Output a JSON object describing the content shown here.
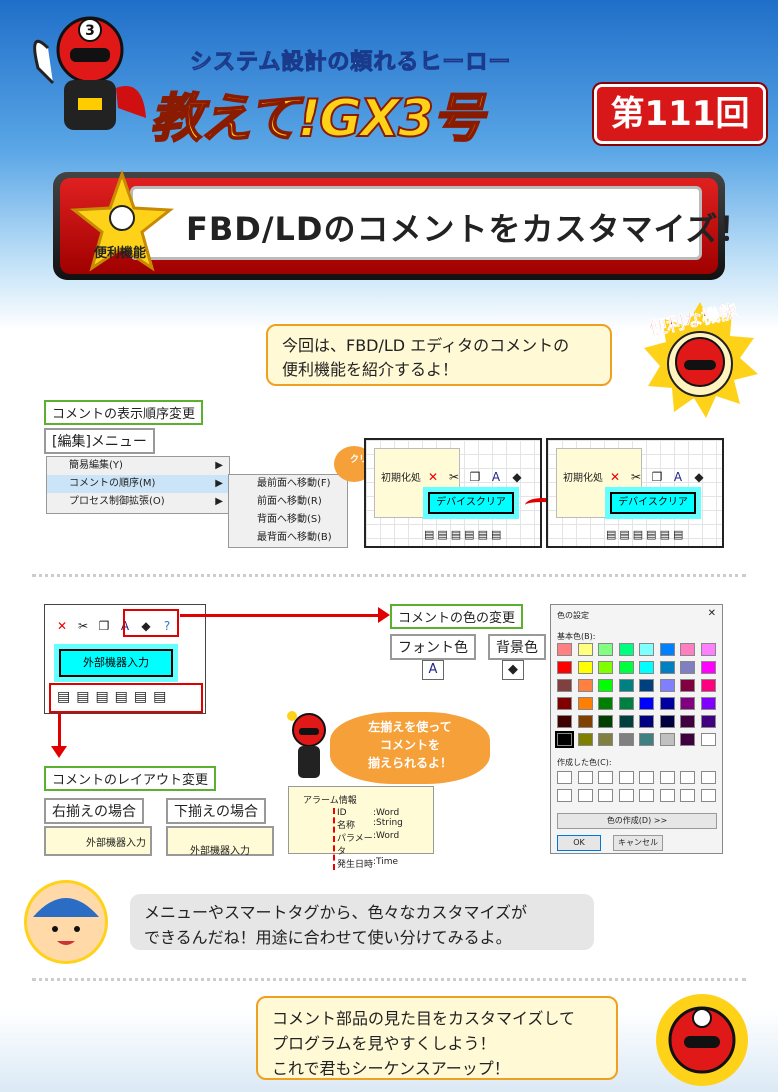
{
  "header": {
    "subtitle": "システム設計の頼れるヒーロー",
    "title": "教えて!GX3号",
    "issue": "第111回",
    "hero_mark": "3"
  },
  "banner": {
    "badge": "便利機能",
    "title": "FBD/LDのコメントをカスタマイズ！"
  },
  "stamp": {
    "text": "便利な機能"
  },
  "intro": {
    "line1": "今回は、FBD/LD エディタのコメントの",
    "line2": "便利機能を紹介するよ！"
  },
  "section1": {
    "label": "コメントの表示順序変更",
    "menu_label": "[編集]メニュー",
    "menu_items": [
      "簡易編集(Y)",
      "コメントの順序(M)",
      "プロセス制御拡張(O)"
    ],
    "submenu_items": [
      "最前面へ移動(F)",
      "前面へ移動(R)",
      "背面へ移動(S)",
      "最背面へ移動(B)"
    ],
    "click_label": "クリック",
    "note_text": "初期化処",
    "note_text2": "初期化処",
    "device_clear": "デバイスクリア",
    "device_clear2": "デバイスクリア"
  },
  "section2": {
    "toolbar_note": "外部機器入力",
    "color_label": "コメントの色の変更",
    "font_color": "フォント色",
    "bg_color": "背景色",
    "layout_label": "コメントのレイアウト変更",
    "right_align": "右揃えの場合",
    "bottom_align": "下揃えの場合",
    "right_example": "外部機器入力",
    "bottom_example": "外部機器入力",
    "bubble": "左揃えを使って\nコメントを\n揃えられるよ！",
    "alarm_title": "アラーム情報",
    "alarm_rows": [
      [
        "ID",
        ":Word"
      ],
      [
        "名称",
        ":String"
      ],
      [
        "パラメータ",
        ":Word"
      ],
      [
        "発生日時",
        ":Time"
      ]
    ]
  },
  "palette": {
    "title": "色の設定",
    "close": "✕",
    "basic_label": "基本色(B):",
    "custom_label": "作成した色(C):",
    "define_button": "色の作成(D) >>",
    "ok": "OK",
    "cancel": "キャンセル",
    "colors": [
      [
        "#ff8080",
        "#ffff80",
        "#80ff80",
        "#00ff80",
        "#80ffff",
        "#0080ff",
        "#ff80c0",
        "#ff80ff"
      ],
      [
        "#ff0000",
        "#ffff00",
        "#80ff00",
        "#00ff40",
        "#00ffff",
        "#0080c0",
        "#8080c0",
        "#ff00ff"
      ],
      [
        "#804040",
        "#ff8040",
        "#00ff00",
        "#008080",
        "#004080",
        "#8080ff",
        "#800040",
        "#ff0080"
      ],
      [
        "#800000",
        "#ff8000",
        "#008000",
        "#008040",
        "#0000ff",
        "#0000a0",
        "#800080",
        "#8000ff"
      ],
      [
        "#400000",
        "#804000",
        "#004000",
        "#004040",
        "#000080",
        "#000040",
        "#400040",
        "#400080"
      ],
      [
        "#000000",
        "#808000",
        "#808040",
        "#808080",
        "#408080",
        "#c0c0c0",
        "#400040",
        "#ffffff"
      ]
    ]
  },
  "dialog": {
    "line1": "メニューやスマートタグから、色々なカスタマイズが",
    "line2": "できるんだね！用途に合わせて使い分けてみるよ。"
  },
  "closing": {
    "line1": "コメント部品の見た目をカスタマイズして",
    "line2": "プログラムを見やすくしよう！",
    "line3": "これで君もシーケンスアーップ！"
  }
}
